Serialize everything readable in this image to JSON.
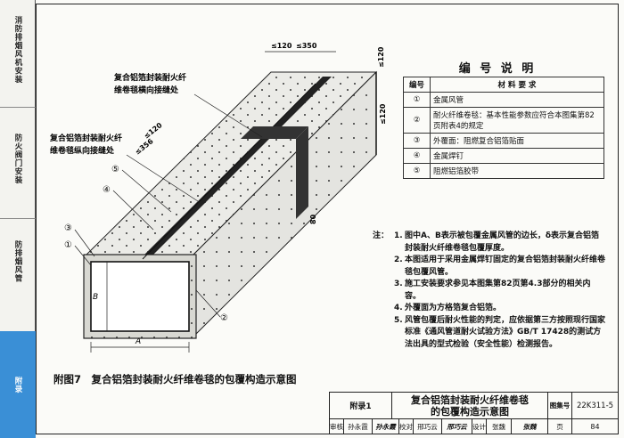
{
  "sidebar": {
    "sections": [
      {
        "label": "消防排烟风机安装",
        "active": false
      },
      {
        "label": "防火阀门安装",
        "active": false
      },
      {
        "label": "防排烟风管",
        "active": false
      },
      {
        "label": "附录",
        "active": true
      }
    ]
  },
  "drawing": {
    "callouts": {
      "c1": "①",
      "c2": "②",
      "c3": "③",
      "c4": "④",
      "c5": "⑤"
    },
    "labels": {
      "lateral_seam_line1": "复合铝箔封装耐火纤",
      "lateral_seam_line2": "维卷毯横向接缝处",
      "longitudinal_seam_line1": "复合铝箔封装耐火纤",
      "longitudinal_seam_line2": "维卷毯纵向接缝处",
      "dim_120_top": "≤120",
      "dim_350_top": "≤350",
      "dim_120_right_top": "≤120",
      "dim_120_right_mid": "≤120",
      "dim_356": "≤356",
      "dim_120_mid": "≤120",
      "dim_80": "80",
      "dim_A": "A",
      "dim_B": "B"
    }
  },
  "legend": {
    "title": "编 号 说 明",
    "col_no": "编号",
    "col_req": "材 料 要 求",
    "rows": [
      {
        "no": "①",
        "text": "金属风管"
      },
      {
        "no": "②",
        "text": "耐火纤维卷毯：基本性能参数应符合本图集第82页附表4的规定"
      },
      {
        "no": "③",
        "text": "外覆面：阻燃复合铝箔贴面"
      },
      {
        "no": "④",
        "text": "金属焊钉"
      },
      {
        "no": "⑤",
        "text": "阻燃铝箔胶带"
      }
    ]
  },
  "notes": {
    "label": "注：",
    "items": [
      {
        "n": "1.",
        "text": "图中A、B表示被包覆金属风管的边长，δ表示复合铝箔封装耐火纤维卷毯包覆厚度。"
      },
      {
        "n": "2.",
        "text": "本图适用于采用金属焊钉固定的复合铝箔封装耐火纤维卷毯包覆风管。"
      },
      {
        "n": "3.",
        "text": "施工安装要求参见本图集第82页第4.3部分的相关内容。"
      },
      {
        "n": "4.",
        "text": "外覆面为方格箔复合铝箔。"
      },
      {
        "n": "5.",
        "text": "风管包覆后耐火性能的判定，应依据第三方按照现行国家标准《通风管道耐火试验方法》GB/T 17428的测试方法出具的型式检验（安全性能）检测报告。"
      }
    ]
  },
  "caption": "附图7　复合铝箔封装耐火纤维卷毯的包覆构造示意图",
  "titleblock": {
    "appendix": "附录1",
    "title_line1": "复合铝箔封装耐火纤维卷毯",
    "title_line2": "的包覆构造示意图",
    "atlas_label": "图集号",
    "atlas_no": "22K311-5",
    "review_label": "审核",
    "reviewer": "孙永霞",
    "reviewer_sig": "孙永霞",
    "check_label": "校对",
    "checker": "邢巧云",
    "checker_sig": "邢巧云",
    "design_label": "设计",
    "designer": "张魏",
    "designer_sig": "张魏",
    "page_label": "页",
    "page_no": "84"
  }
}
